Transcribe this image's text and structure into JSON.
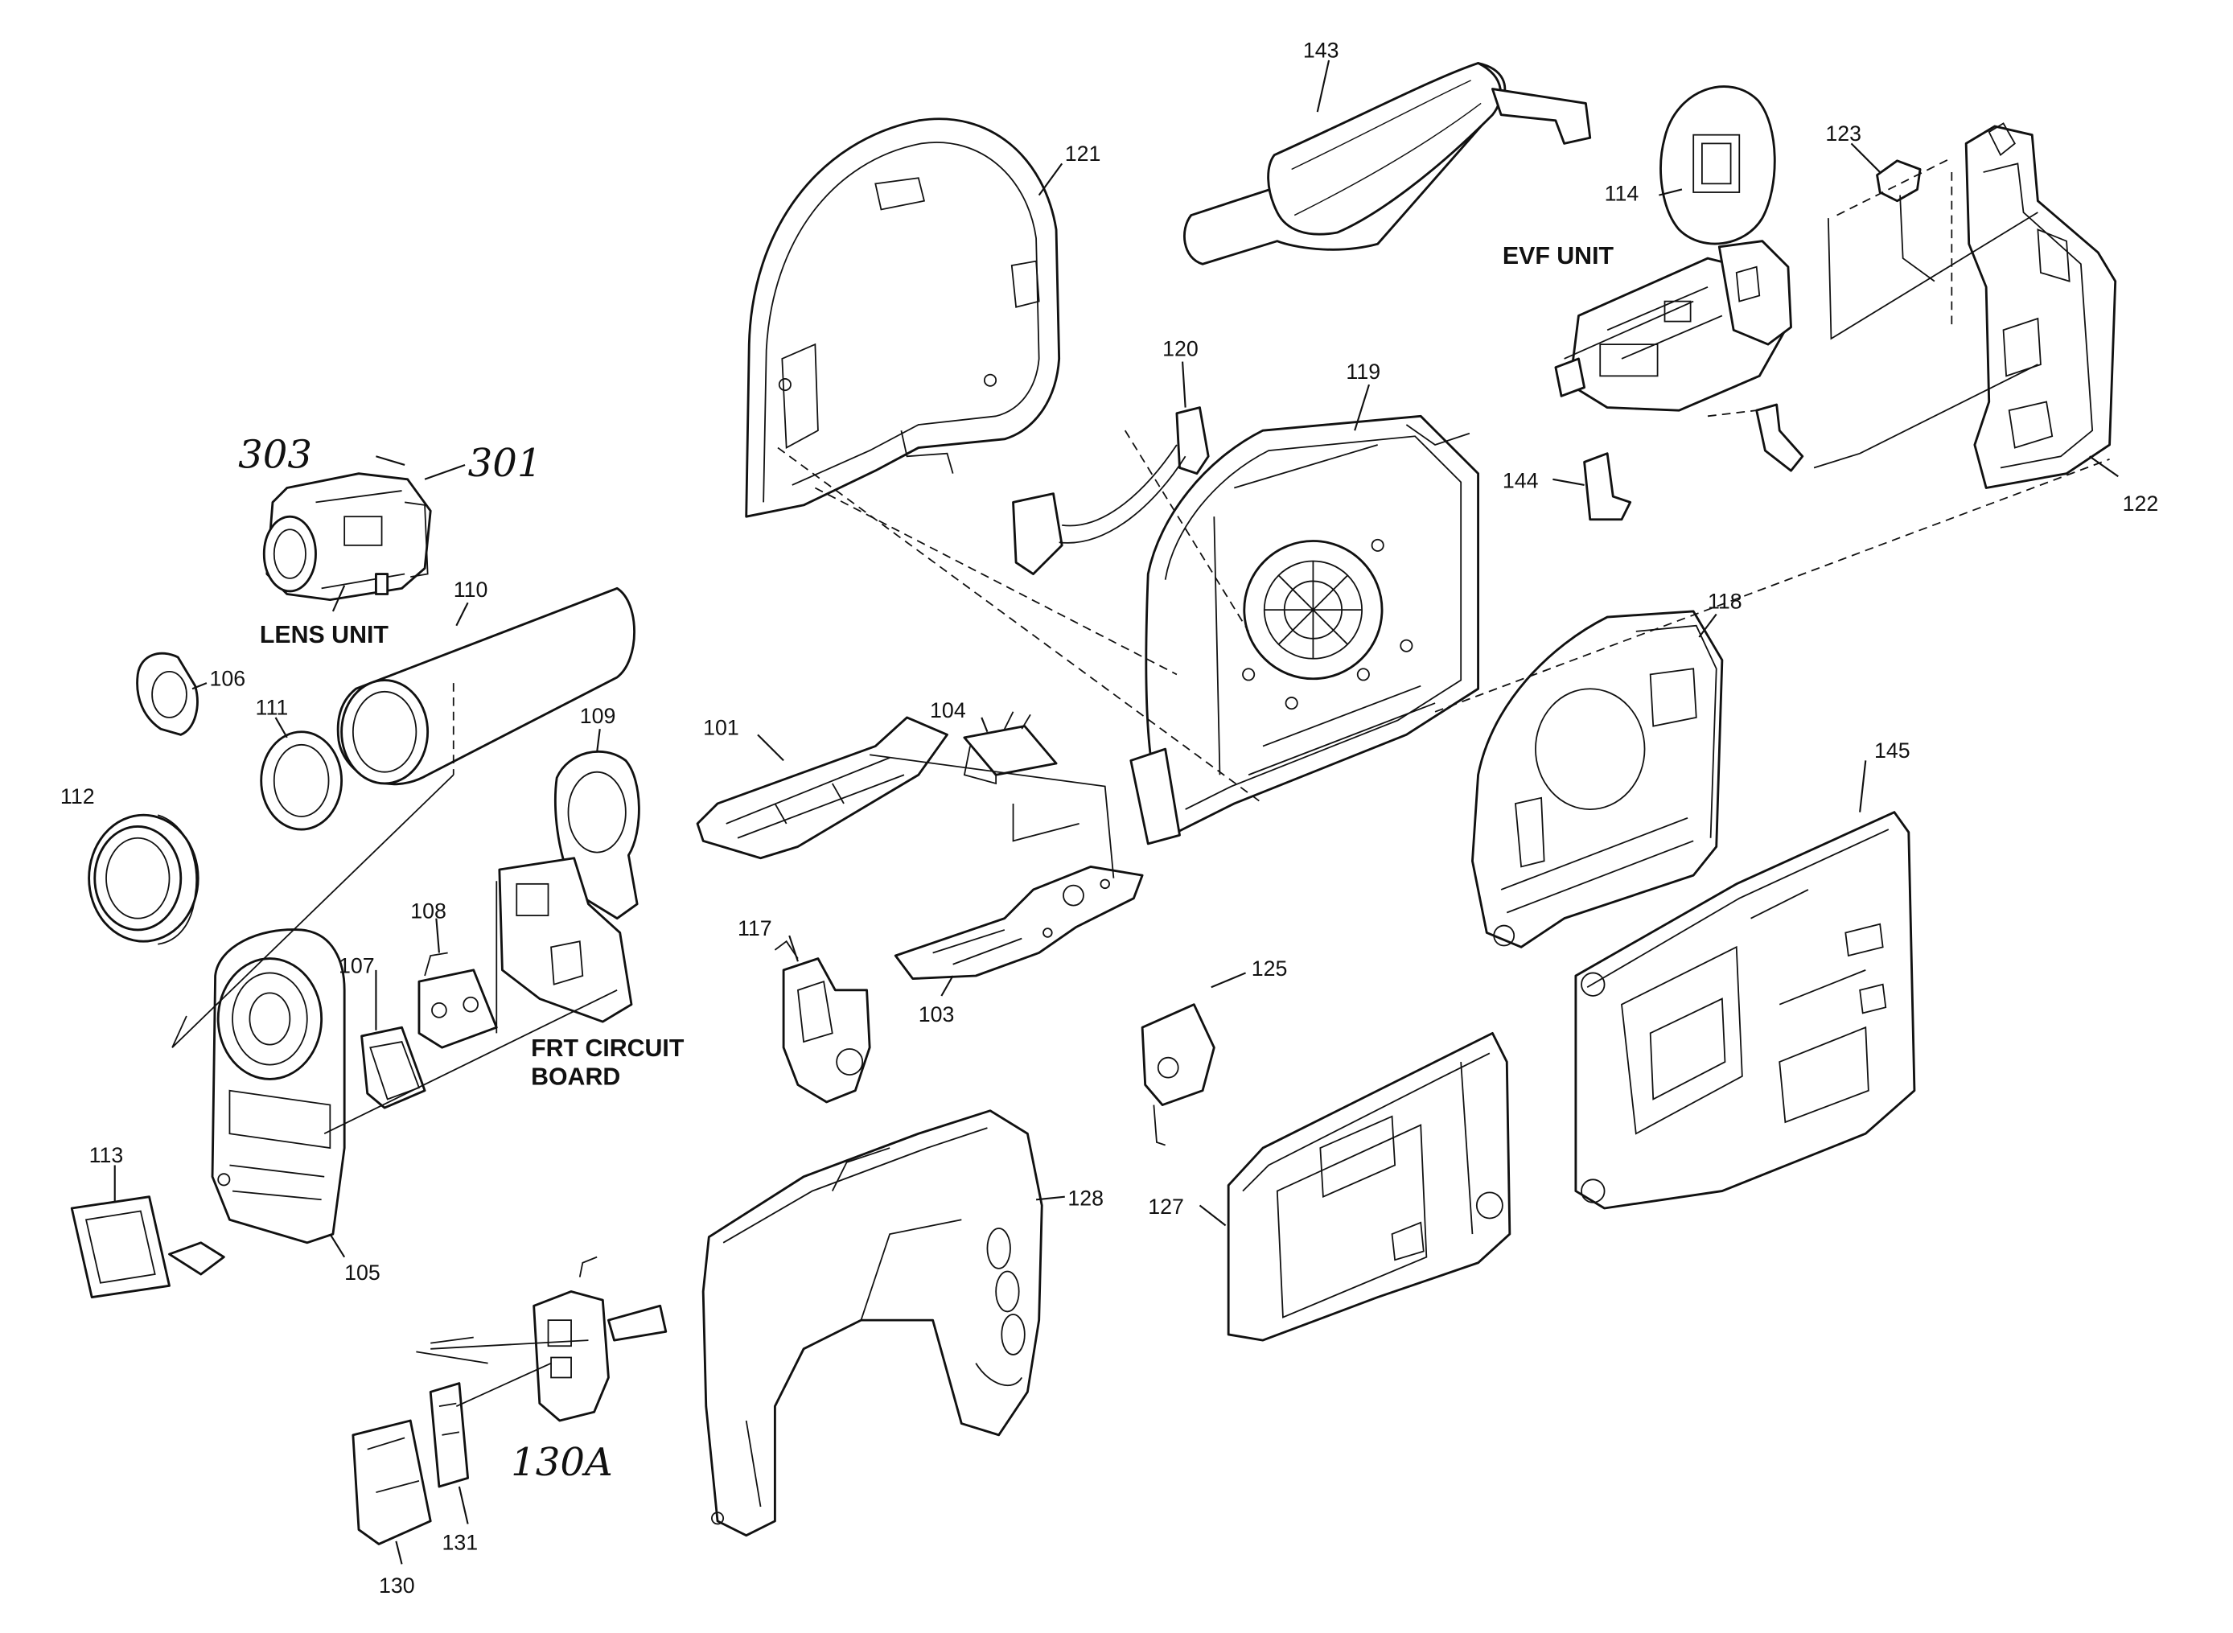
{
  "labels": {
    "l143": "143",
    "l121": "121",
    "l114": "114",
    "l123": "123",
    "evf": "EVF UNIT",
    "l120": "120",
    "l119": "119",
    "l303": "303",
    "l301": "301",
    "l144": "144",
    "l122": "122",
    "lens": "LENS UNIT",
    "l110": "110",
    "l118": "118",
    "l106": "106",
    "l111": "111",
    "l109": "109",
    "l101": "101",
    "l104": "104",
    "l112": "112",
    "l145": "145",
    "l108": "108",
    "l117": "117",
    "l107": "107",
    "l125": "125",
    "frt1": "FRT CIRCUIT",
    "frt2": "BOARD",
    "l103": "103",
    "l113": "113",
    "l128": "128",
    "l127": "127",
    "l105": "105",
    "l130a": "130A",
    "l131": "131",
    "l130": "130"
  }
}
